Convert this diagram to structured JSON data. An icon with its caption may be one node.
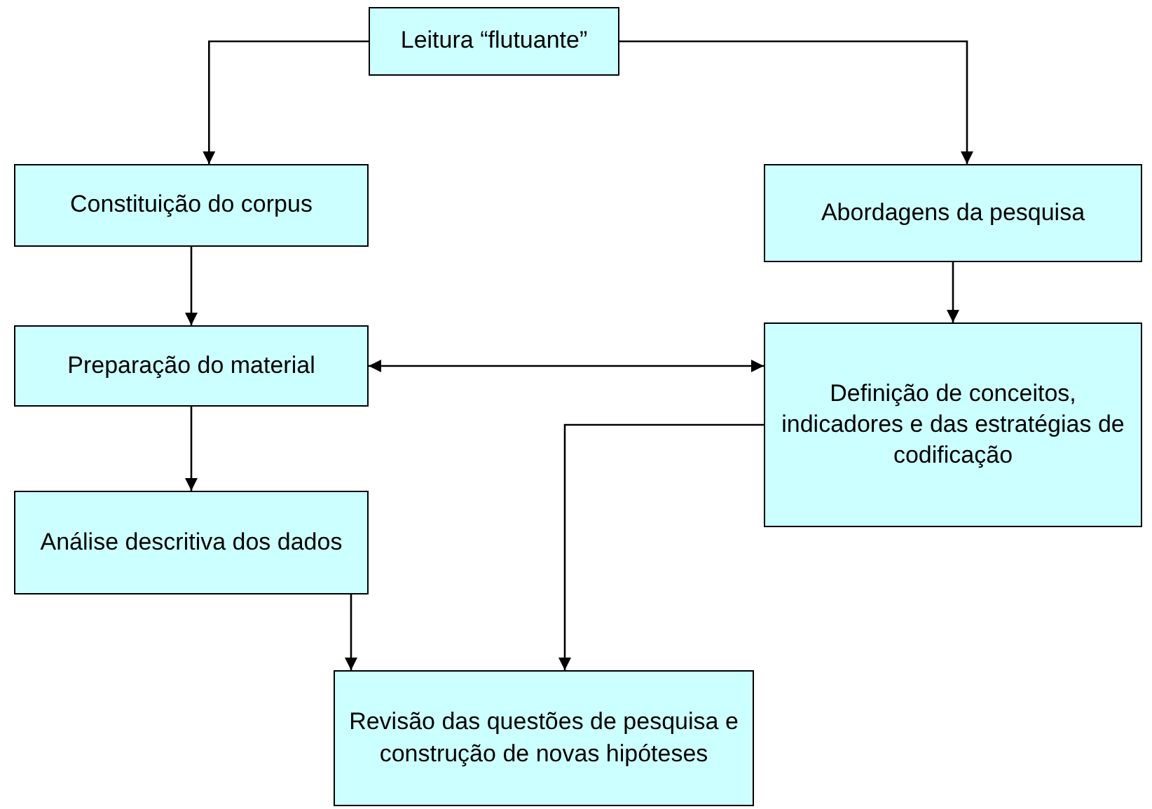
{
  "diagram": {
    "nodes": [
      {
        "text": [
          "Leitura “flutuante”"
        ]
      },
      {
        "text": [
          "Constituição do corpus"
        ]
      },
      {
        "text": [
          "Abordagens da pesquisa"
        ]
      },
      {
        "text": [
          "Preparação do material"
        ]
      },
      {
        "text": [
          "Definição de conceitos, indicadores e das estratégias de codificação"
        ]
      },
      {
        "text": [
          "Análise descritiva dos dados"
        ]
      },
      {
        "text": [
          "Revisão das questões de pesquisa e construção de novas hipóteses"
        ]
      }
    ],
    "edges": [
      {
        "from": 0,
        "to": 1,
        "arrow": "to"
      },
      {
        "from": 0,
        "to": 2,
        "arrow": "to"
      },
      {
        "from": 1,
        "to": 3,
        "arrow": "to"
      },
      {
        "from": 2,
        "to": 4,
        "arrow": "to"
      },
      {
        "from": 3,
        "to": 4,
        "arrow": "both"
      },
      {
        "from": 3,
        "to": 5,
        "arrow": "to"
      },
      {
        "from": 5,
        "to": 6,
        "arrow": "to"
      },
      {
        "from": 4,
        "to": 6,
        "arrow": "to"
      }
    ]
  }
}
